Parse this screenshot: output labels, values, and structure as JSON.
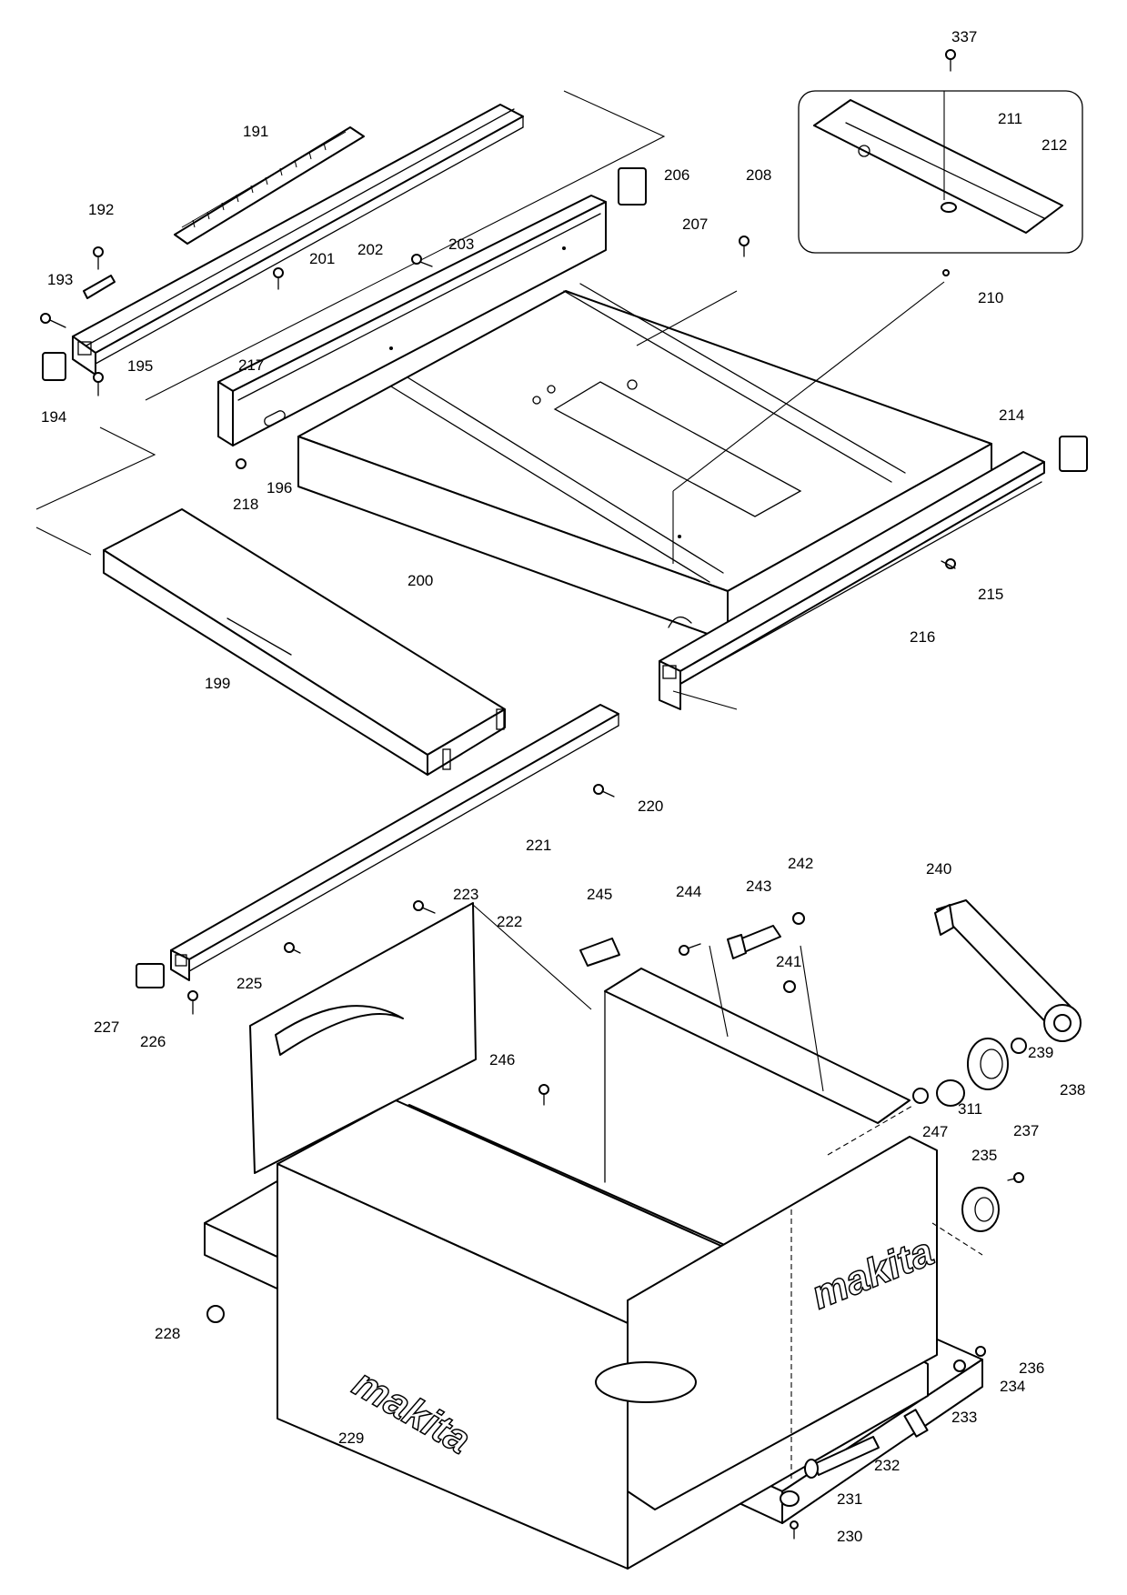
{
  "diagram": {
    "brand_logo": "makita",
    "callouts": {
      "p191": "191",
      "p192": "192",
      "p193": "193",
      "p194": "194",
      "p195": "195",
      "p196": "196",
      "p199": "199",
      "p200": "200",
      "p201": "201",
      "p202": "202",
      "p203": "203",
      "p206": "206",
      "p207": "207",
      "p208": "208",
      "p210": "210",
      "p211": "211",
      "p212": "212",
      "p214": "214",
      "p215": "215",
      "p216": "216",
      "p217": "217",
      "p218": "218",
      "p220": "220",
      "p221": "221",
      "p222": "222",
      "p223": "223",
      "p225": "225",
      "p226": "226",
      "p227": "227",
      "p228": "228",
      "p229": "229",
      "p230": "230",
      "p231": "231",
      "p232": "232",
      "p233": "233",
      "p234": "234",
      "p235": "235",
      "p236": "236",
      "p237": "237",
      "p238": "238",
      "p239": "239",
      "p240": "240",
      "p241": "241",
      "p242": "242",
      "p243": "243",
      "p244": "244",
      "p245": "245",
      "p246": "246",
      "p247": "247",
      "p311": "311",
      "p337": "337"
    }
  }
}
